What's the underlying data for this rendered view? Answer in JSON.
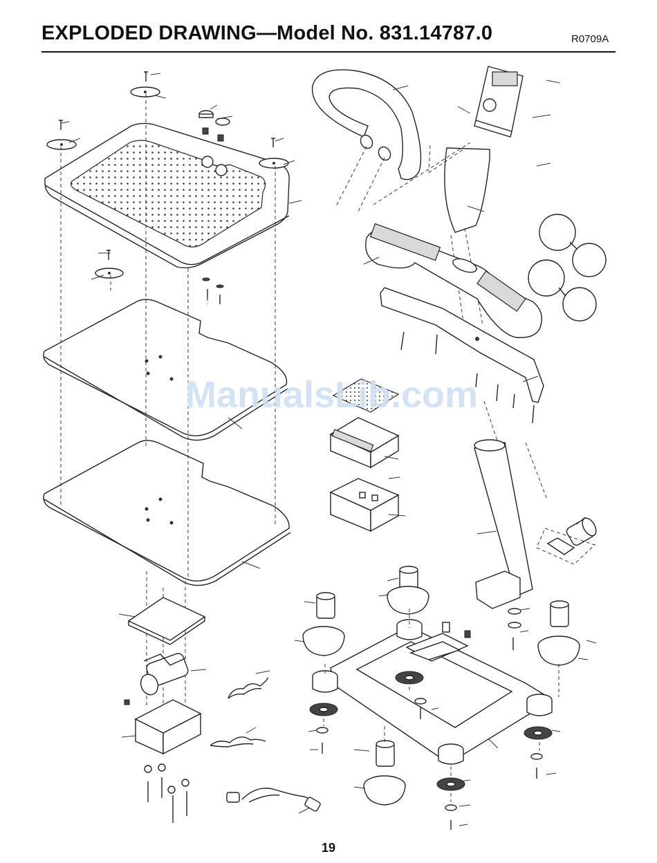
{
  "header": {
    "title": "EXPLODED DRAWING—Model No. 831.14787.0",
    "code": "R0709A"
  },
  "watermark": "ManualsLib.com",
  "footer": {
    "page_number": "19"
  }
}
